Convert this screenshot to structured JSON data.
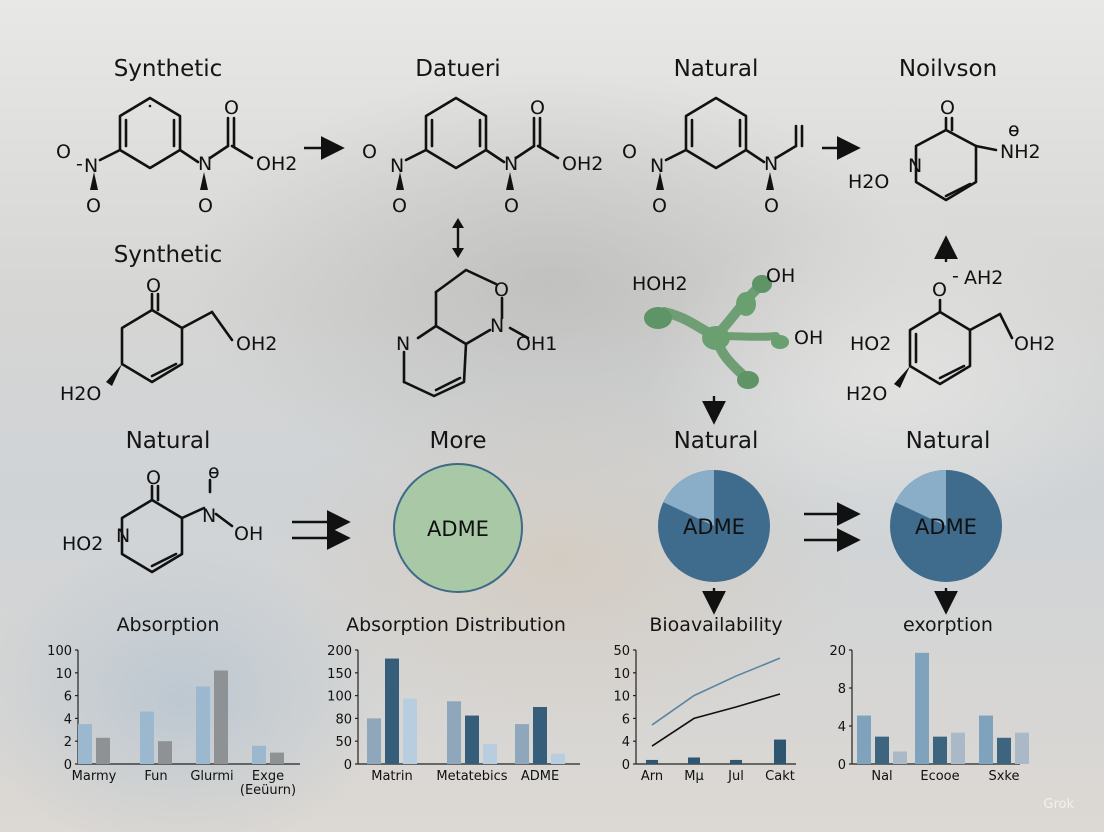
{
  "labels": {
    "synthetic_1": "Synthetic",
    "datueri": "Datueri",
    "natural_1": "Natural",
    "noilvson": "Noilvson",
    "synthetic_2": "Synthetic",
    "natural_2": "Natural",
    "more": "More",
    "natural_3": "Natural",
    "natural_4": "Natural"
  },
  "molecules": {
    "m1": {
      "left": "O",
      "n": "N",
      "o_top": "O",
      "oh2": "OH2",
      "o_bot": "O",
      "o_right": "O"
    },
    "m2": {
      "left": "O",
      "n": "N",
      "o_top": "O",
      "oh2": "OH2",
      "o_bot": "O",
      "o_right": "O"
    },
    "m3": {
      "left": "O",
      "n": "N",
      "o_bot": "O",
      "o_right": "O"
    },
    "m4": {
      "o_top": "O",
      "nh2": "NH2",
      "nh2_mark": "ɵ",
      "h2o": "H2O",
      "n": "N"
    },
    "m5": {
      "o_top": "O",
      "oh2": "OH2",
      "h2o": "H2O"
    },
    "m6": {
      "n": "N",
      "o": "O",
      "oh1": "OH1",
      "n2": "N"
    },
    "m7": {
      "hoh2": "HOH2",
      "oh_top": "OH",
      "oh_right": "OH"
    },
    "m8": {
      "oah2": "O",
      "ah2": "AH2",
      "ho2": "HO2",
      "oh2": "OH2",
      "h2o": "H2O"
    },
    "m9": {
      "ho2": "HO2",
      "o_top": "O",
      "n": "N",
      "noh": "OH",
      "n2": "N",
      "mark": "ɵ"
    }
  },
  "circles": [
    {
      "label": "ADME",
      "color": "#a9c9a6"
    },
    {
      "label": "ADME",
      "color": "#3f6b8c",
      "slice_fraction": 0.18,
      "slice_color": "#8aaec7"
    },
    {
      "label": "ADME",
      "color": "#3f6b8c",
      "slice_fraction": 0.18,
      "slice_color": "#8aaec7"
    }
  ],
  "chart_data": [
    {
      "type": "bar",
      "title": "Absorption",
      "yticks": [
        "100",
        "10",
        "6",
        "4",
        "2",
        "0"
      ],
      "categories": [
        "Marmy",
        "Fun",
        "Glurmi",
        "Exge"
      ],
      "category_sub": [
        "",
        "",
        "",
        "(Eeüurn)"
      ],
      "series": [
        {
          "values": [
            3.5,
            4.6,
            6.8,
            1.6
          ],
          "color": "#9cb8cf"
        },
        {
          "values": [
            2.3,
            2.0,
            8.2,
            1.0
          ],
          "color": "#8f9294"
        }
      ],
      "ylim": [
        0,
        10
      ]
    },
    {
      "type": "bar",
      "title": "Absorption Distribution",
      "yticks": [
        "200",
        "150",
        "100",
        "80",
        "50",
        "0"
      ],
      "categories": [
        "Matrin",
        "Metatebics",
        "ADME"
      ],
      "series": [
        {
          "values": [
            80,
            110,
            70
          ],
          "color": "#8fa7ba"
        },
        {
          "values": [
            185,
            85,
            100
          ],
          "color": "#365e7a"
        },
        {
          "values": [
            115,
            35,
            18
          ],
          "color": "#b8cde0"
        }
      ],
      "ylim": [
        0,
        200
      ]
    },
    {
      "type": "line",
      "title": "Bioavailability",
      "yticks": [
        "50",
        "10",
        "10",
        "6",
        "4",
        "0"
      ],
      "categories": [
        "Arn",
        "Mµ",
        "Jul",
        "Cakt"
      ],
      "series": [
        {
          "values": [
            4.8,
            8.4,
            10.8,
            13.0
          ],
          "color": "#5b84a0"
        },
        {
          "values": [
            2.2,
            5.6,
            7.0,
            8.6
          ],
          "color": "#111111"
        }
      ],
      "bars": [
        0.5,
        0.8,
        0.5,
        3.0
      ],
      "bar_color": "#2f5670",
      "ylim": [
        0,
        14
      ]
    },
    {
      "type": "bar",
      "title": "exorption",
      "yticks": [
        "20",
        "8",
        "4",
        "0"
      ],
      "categories": [
        "Nal",
        "Ecooe",
        "Sxke"
      ],
      "series": [
        {
          "values": [
            8.5,
            19.5,
            8.5
          ],
          "color": "#7fa2bd"
        },
        {
          "values": [
            4.8,
            4.8,
            4.6
          ],
          "color": "#3d6580"
        },
        {
          "values": [
            2.2,
            5.5,
            5.5
          ],
          "color": "#a9b9c7"
        }
      ],
      "ylim": [
        0,
        20
      ]
    }
  ],
  "watermark": "Grok"
}
